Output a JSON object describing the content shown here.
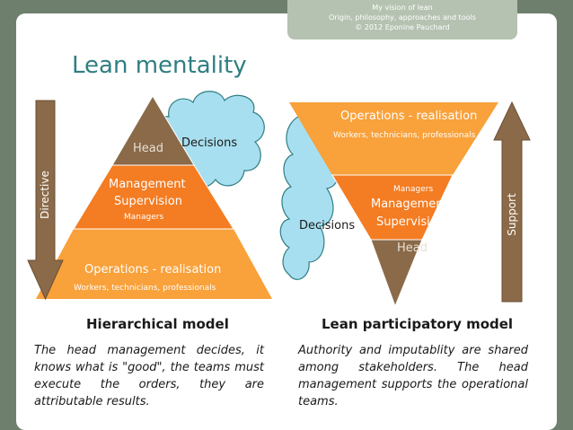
{
  "banner": {
    "line1": "My vision of lean",
    "line2": "Origin, philosophy, approaches and tools",
    "line3": "© 2012 Eponine Pauchard"
  },
  "title": "Lean mentality",
  "left": {
    "head": "Head",
    "decisions": "Decisions",
    "management": "Management",
    "supervision": "Supervision",
    "managers": "Managers",
    "operations": "Operations - realisation",
    "workers": "Workers, technicians, professionals",
    "arrow_label": "Directive",
    "model_title": "Hierarchical model",
    "description": "The head management decides, it knows what is \"good\", the teams must execute the orders, they are attributable results."
  },
  "right": {
    "operations": "Operations - realisation",
    "workers": "Workers, technicians, professionals",
    "managers": "Managers",
    "management": "Management",
    "supervision": "Supervision",
    "head": "Head",
    "decisions": "Decisions",
    "arrow_label": "Support",
    "model_title": "Lean participatory model",
    "description": "Authority and imputablity are shared among stakeholders. The head management supports the operational teams."
  },
  "colors": {
    "background": "#6e7f6e",
    "title": "#2f7e82",
    "head": "#8a6a48",
    "management": "#f47c22",
    "operations": "#f9a13a",
    "cloud": "#a8dff0",
    "arrow": "#8a6a48"
  }
}
